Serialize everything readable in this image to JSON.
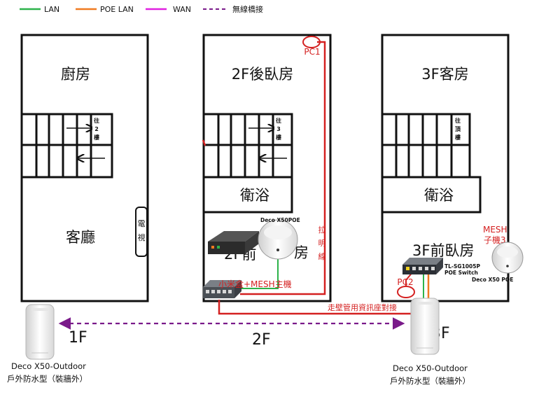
{
  "legend": {
    "lan": "LAN",
    "poe_lan": "POE LAN",
    "wan": "WAN",
    "wireless": "無線橋接",
    "colors": {
      "lan": "#2db34a",
      "poe_lan": "#f07a20",
      "wan": "#e020e0",
      "wireless": "#7a1a8a",
      "cable": "#d42020"
    }
  },
  "floor1": {
    "kitchen": "廚房",
    "stairs_note": [
      "往",
      "2",
      "樓"
    ],
    "living_room": "客廳",
    "tv": [
      "電",
      "視"
    ]
  },
  "floor2": {
    "room": "2F後臥房",
    "stairs_note": [
      "往",
      "3",
      "樓"
    ],
    "bathroom": "衛浴",
    "front_room": "2F前",
    "front_room_suffix": "房",
    "deco_poe": "Deco X50POE",
    "pull_cable": [
      "拉",
      "明",
      "線"
    ],
    "pc1": "PC1",
    "switch_label": "小米盒+MESH主機"
  },
  "floor3": {
    "room": "3F客房",
    "stairs_note": [
      "往",
      "頂",
      "樓"
    ],
    "bathroom": "衛浴",
    "mesh_sub": [
      "MESH",
      "子機3"
    ],
    "front_room": "3F前臥房",
    "switch_model": "TL-SG1005P",
    "switch_type": "POE Switch",
    "deco_poe": "Deco X50 POE",
    "pc2": "PC2"
  },
  "conduit_note": "走壁管用資訊座對接",
  "floor_labels": {
    "f1": "1F",
    "f2": "2F",
    "f3": "3F"
  },
  "outdoor_left": {
    "model": "Deco X50-Outdoor",
    "desc": "戶外防水型（裝牆外）"
  },
  "outdoor_right": {
    "model": "Deco X50-Outdoor",
    "desc": "戶外防水型（裝牆外）"
  }
}
